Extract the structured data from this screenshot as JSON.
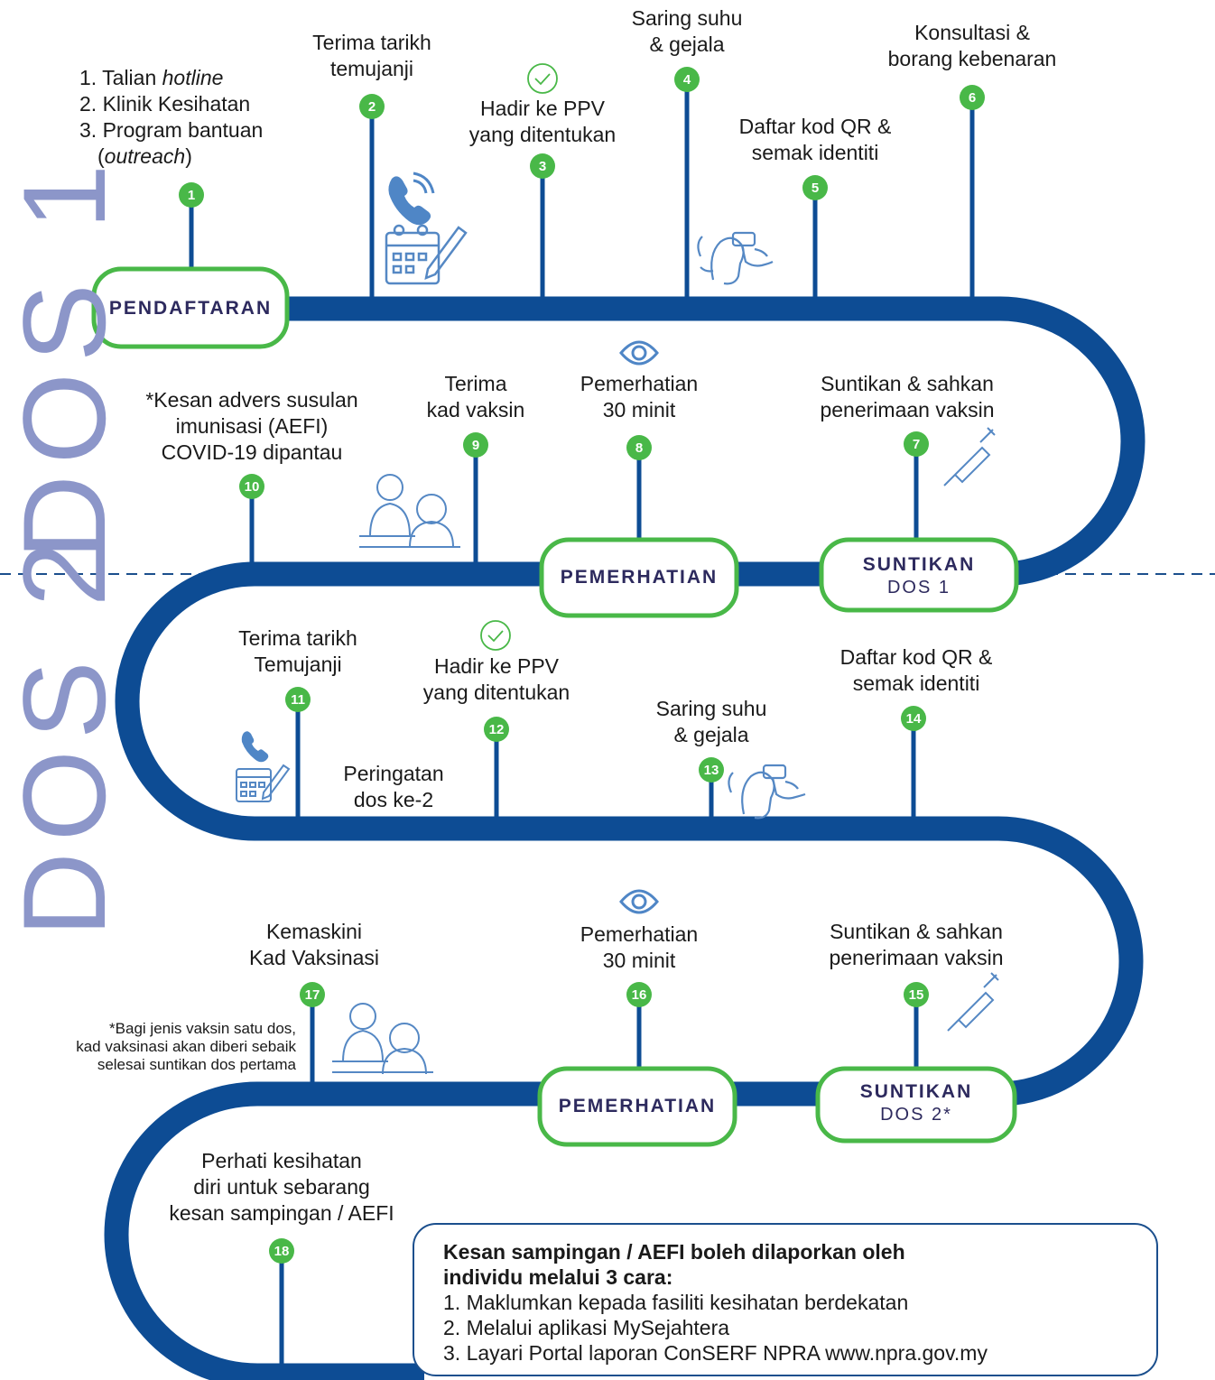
{
  "colors": {
    "road": "#0d4c94",
    "pill_border": "#49b848",
    "pill_text": "#2d2a5e",
    "node": "#49b848",
    "dos_text": "#8c96c9",
    "icon": "#5588c4"
  },
  "side_titles": {
    "dos1": "DOS 1",
    "dos2": "DOS 2"
  },
  "pills": {
    "pendaftaran": "PENDAFTARAN",
    "pemerhatian1": "PEMERHATIAN",
    "suntikan1_main": "SUNTIKAN",
    "suntikan1_sub": "DOS 1",
    "pemerhatian2": "PEMERHATIAN",
    "suntikan2_main": "SUNTIKAN",
    "suntikan2_sub": "DOS 2*"
  },
  "steps": {
    "s1": {
      "num": "1",
      "l1a": "1. Talian ",
      "l1b": "hotline",
      "l2": "2. Klinik Kesihatan",
      "l3": "3. Program bantuan",
      "l4a": "(",
      "l4b": "outreach",
      "l4c": ")"
    },
    "s2": {
      "num": "2",
      "l1": "Terima tarikh",
      "l2": "temujanji"
    },
    "s3": {
      "num": "3",
      "l1": "Hadir ke PPV",
      "l2": "yang ditentukan"
    },
    "s4": {
      "num": "4",
      "l1": "Saring suhu",
      "l2": "& gejala"
    },
    "s5": {
      "num": "5",
      "l1": "Daftar kod QR &",
      "l2": "semak identiti"
    },
    "s6": {
      "num": "6",
      "l1": "Konsultasi &",
      "l2": "borang kebenaran"
    },
    "s7": {
      "num": "7",
      "l1": "Suntikan & sahkan",
      "l2": "penerimaan vaksin"
    },
    "s8": {
      "num": "8",
      "l1": "Pemerhatian",
      "l2": "30 minit"
    },
    "s9": {
      "num": "9",
      "l1": "Terima",
      "l2": "kad vaksin"
    },
    "s10": {
      "num": "10",
      "l1": "*Kesan advers susulan",
      "l2": "imunisasi (AEFI)",
      "l3": "COVID-19 dipantau"
    },
    "s11": {
      "num": "11",
      "l1": "Terima tarikh",
      "l2": "Temujanji"
    },
    "s12": {
      "num": "12",
      "l1": "Hadir ke PPV",
      "l2": "yang ditentukan"
    },
    "s13": {
      "num": "13",
      "l1": "Saring suhu",
      "l2": "& gejala"
    },
    "s14": {
      "num": "14",
      "l1": "Daftar kod QR &",
      "l2": "semak identiti"
    },
    "s15": {
      "num": "15",
      "l1": "Suntikan & sahkan",
      "l2": "penerimaan vaksin"
    },
    "s16": {
      "num": "16",
      "l1": "Pemerhatian",
      "l2": "30 minit"
    },
    "s17": {
      "num": "17",
      "l1": "Kemaskini",
      "l2": "Kad Vaksinasi"
    },
    "s18": {
      "num": "18",
      "l1": "Perhati kesihatan",
      "l2": "diri untuk sebarang",
      "l3": "kesan sampingan / AEFI"
    }
  },
  "reminder": {
    "l1": "Peringatan",
    "l2": "dos ke-2"
  },
  "note": {
    "l1": "*Bagi jenis vaksin satu dos,",
    "l2": "kad vaksinasi akan diberi sebaik",
    "l3": "selesai suntikan dos pertama"
  },
  "aefi_box": {
    "title1": "Kesan sampingan / AEFI boleh dilaporkan oleh",
    "title2": "individu melalui 3 cara:",
    "items": [
      "1.  Maklumkan kepada fasiliti kesihatan berdekatan",
      "2. Melalui aplikasi MySejahtera",
      "3. Layari Portal laporan ConSERF NPRA www.npra.gov.my"
    ]
  },
  "icons": [
    "phone-icon",
    "calendar-icon",
    "pencil-icon",
    "check-circle-icon",
    "thermometer-scan-icon",
    "eye-icon",
    "syringe-icon",
    "doctor-patient-icon"
  ]
}
